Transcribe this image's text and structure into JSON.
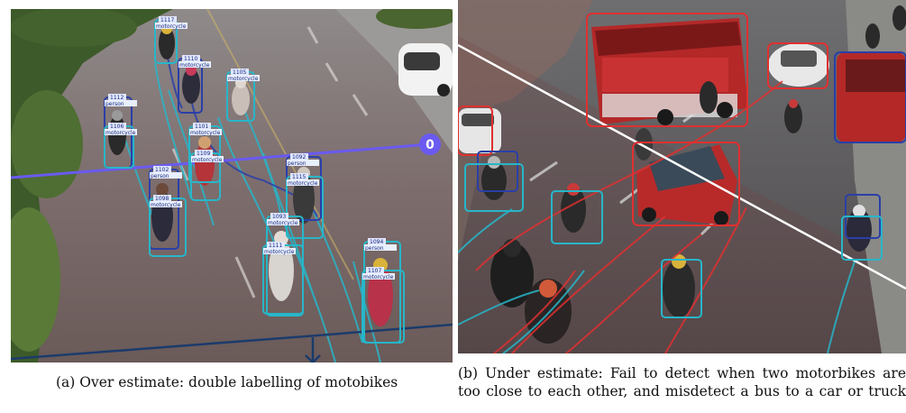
{
  "figure": {
    "panel_a": {
      "counter_value": "0",
      "box_ids": [
        "1117",
        "1110",
        "1105",
        "1112",
        "1106",
        "1101",
        "1109",
        "1102",
        "1098",
        "1092",
        "1115",
        "1093",
        "1111",
        "1094",
        "1107"
      ],
      "box_labels": [
        "motorcycle",
        "motorcycle",
        "motorcycle",
        "person",
        "motorcycle",
        "motorcycle",
        "motorcycle",
        "person",
        "motorcycle",
        "person",
        "motorcycle",
        "motorcycle",
        "motorcycle",
        "person",
        "motorcycle"
      ],
      "caption": "(a) Over estimate: double labelling of motobikes"
    },
    "panel_b": {
      "caption_line1": "(b) Under estimate: Fail to detect when two motorbikes are",
      "caption_line2": "too close to each other, and misdetect a bus to a car or truck"
    }
  }
}
